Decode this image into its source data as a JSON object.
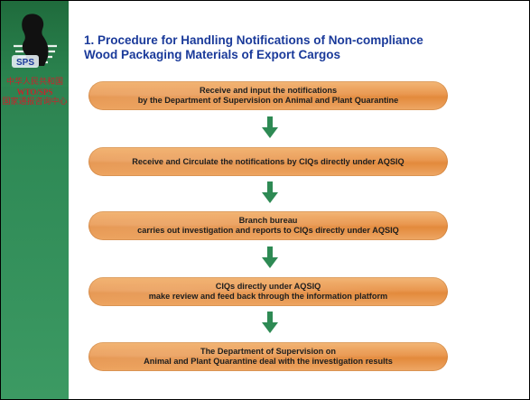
{
  "sidebar": {
    "logo_text": "SPS",
    "line1": "中华人民共和国",
    "line2": "WTO/SPS",
    "line3": "国家通报咨询中心"
  },
  "title": {
    "line1": "1. Procedure for Handling Notifications of Non-compliance",
    "line2": "Wood Packaging Materials of Export Cargos"
  },
  "steps": [
    {
      "line1": "Receive and input the notifications",
      "line2": "by the Department of Supervision on Animal and Plant Quarantine"
    },
    {
      "line1": "Receive and Circulate  the notifications by CIQs directly under AQSIQ",
      "line2": ""
    },
    {
      "line1": "Branch bureau",
      "line2": "carries out investigation and reports to CIQs directly under AQSIQ"
    },
    {
      "line1": "CIQs directly under AQSIQ",
      "line2": "make review and feed back through the information platform"
    },
    {
      "line1": "The Department of Supervision on",
      "line2": "Animal and Plant Quarantine deal with the investigation results"
    }
  ],
  "colors": {
    "sidebar": "#2f8a56",
    "title": "#1a3a9a",
    "step_fill": "#e9974f",
    "arrow": "#2e8a54",
    "sidebar_text": "#c8232c"
  }
}
